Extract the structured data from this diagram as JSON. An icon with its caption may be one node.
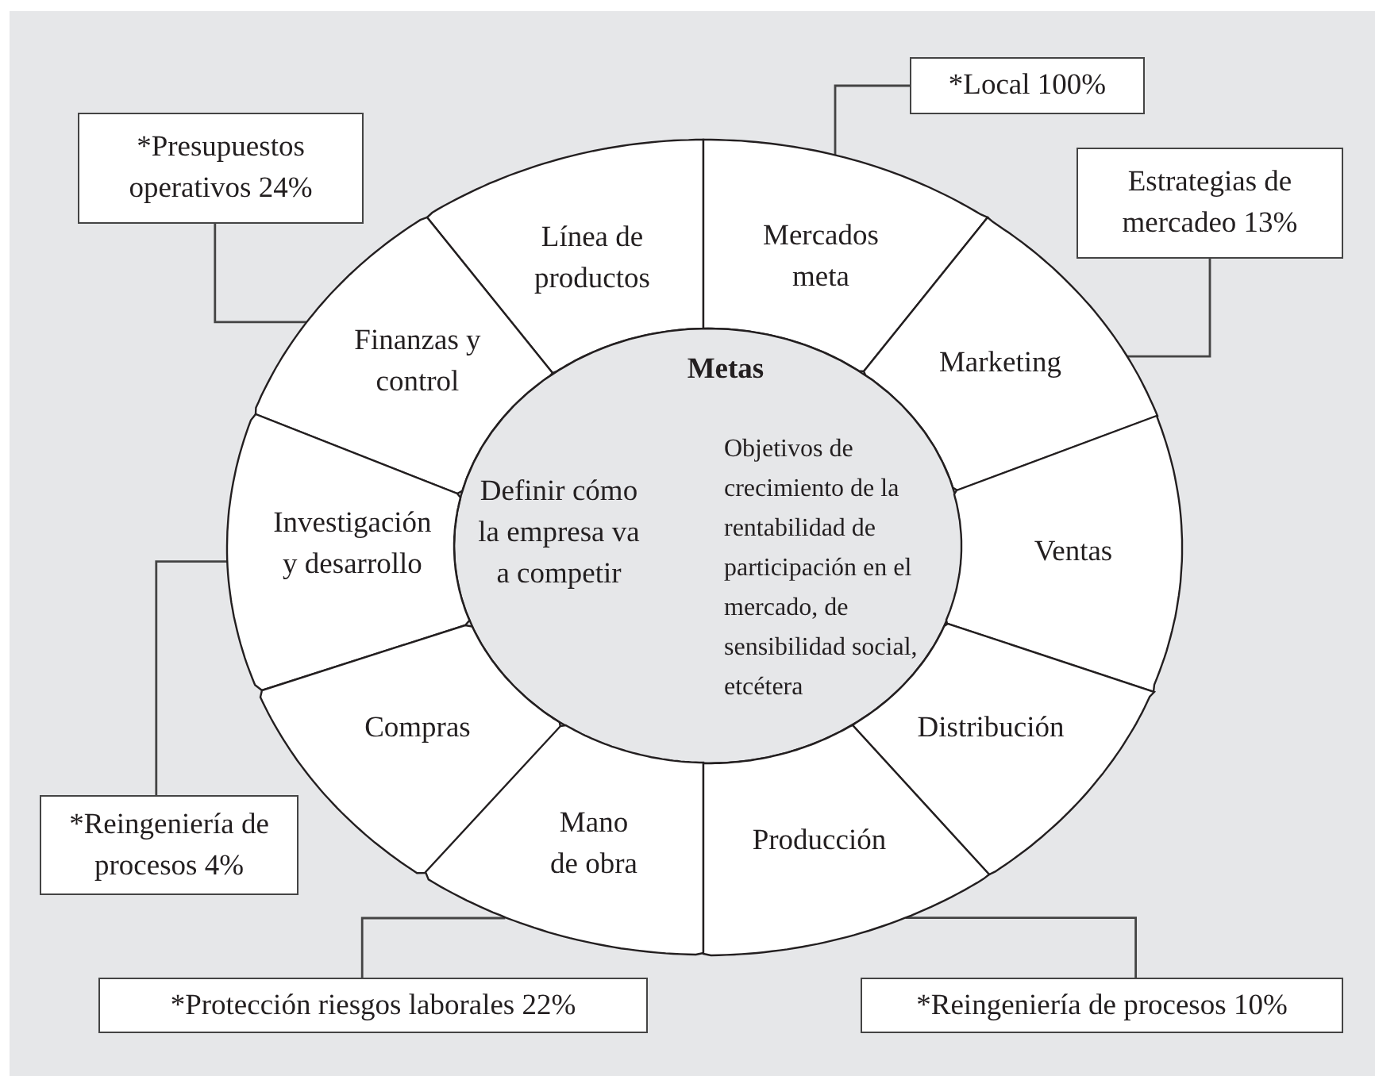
{
  "diagram": {
    "nodes": [
      {
        "text": [
          "*Local 100%"
        ]
      },
      {
        "text": [
          "*Presupuestos operativos 24%"
        ]
      },
      {
        "text": [
          "Estrategias de mercadeo 13%"
        ]
      },
      {
        "text": [
          "Línea de productos"
        ]
      },
      {
        "text": [
          "Mercados meta"
        ]
      },
      {
        "text": [
          "Finanzas y control"
        ]
      },
      {
        "text": [
          "Marketing"
        ]
      },
      {
        "text": [
          "Metas",
          "Definir cómo la empresa va a competir",
          "Objetivos de crecimiento de la rentabilidad de participación en el mercado, de sensibilidad social, etcétera"
        ]
      },
      {
        "text": [
          "Investigación y desarrollo"
        ]
      },
      {
        "text": [
          "Ventas"
        ]
      },
      {
        "text": [
          "Compras"
        ]
      },
      {
        "text": [
          "Distribución"
        ]
      },
      {
        "text": [
          "*Reingeniería de procesos 4%"
        ]
      },
      {
        "text": [
          "Mano de obra"
        ]
      },
      {
        "text": [
          "Producción"
        ]
      },
      {
        "text": [
          "*Protección riesgos laborales 22%"
        ]
      },
      {
        "text": [
          "*Reingeniería de procesos 10%"
        ]
      }
    ],
    "edges": [
      {
        "from": 0,
        "to": 4,
        "arrow": "none"
      },
      {
        "from": 1,
        "to": 5,
        "arrow": "none"
      },
      {
        "from": 2,
        "to": 6,
        "arrow": "none"
      },
      {
        "from": 12,
        "to": 8,
        "arrow": "none"
      },
      {
        "from": 15,
        "to": 13,
        "arrow": "none"
      },
      {
        "from": 16,
        "to": 14,
        "arrow": "none"
      }
    ]
  }
}
